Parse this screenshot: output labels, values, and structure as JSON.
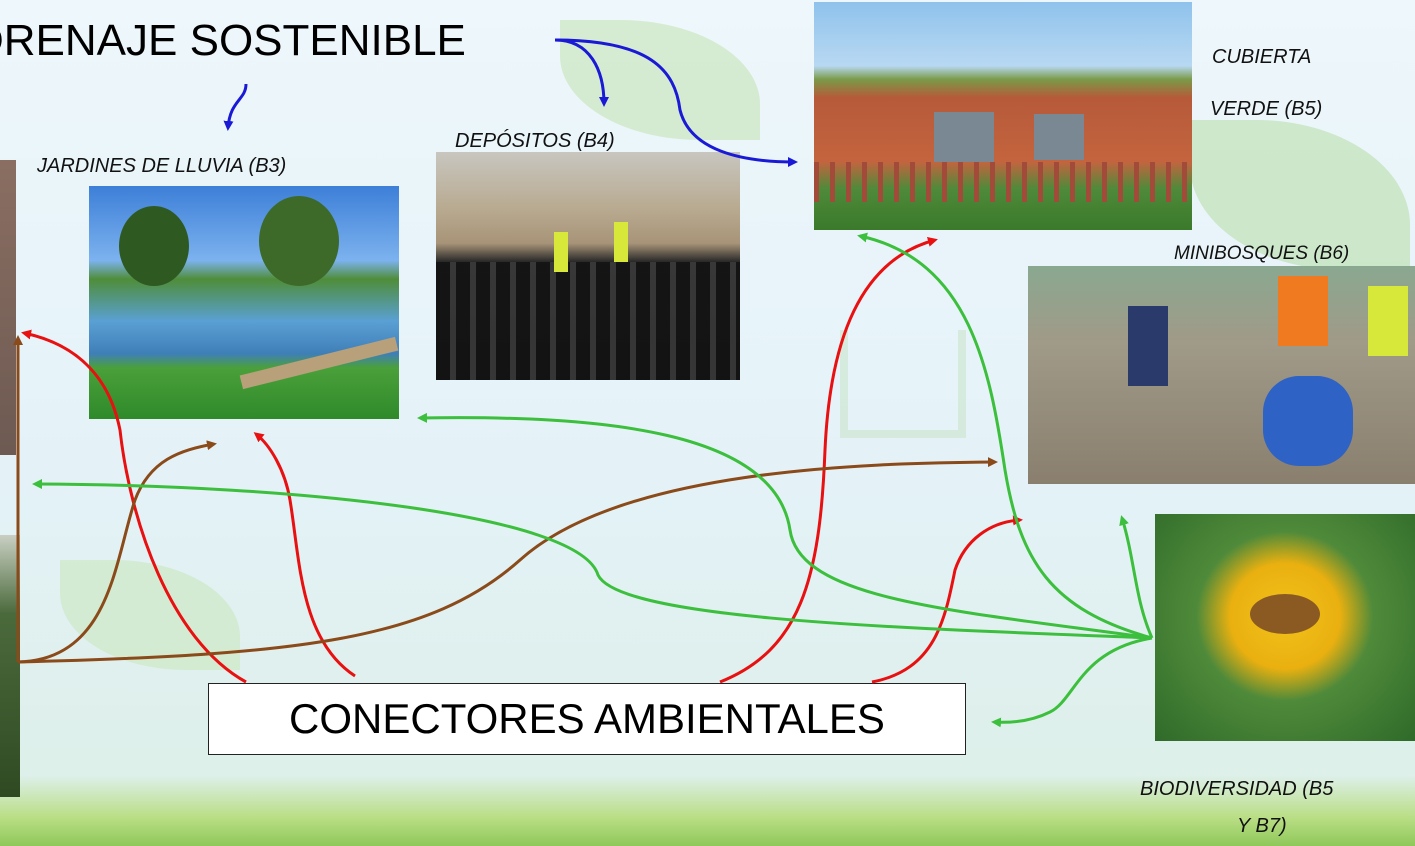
{
  "diagram": {
    "top_title": "DRENAJE SOSTENIBLE",
    "bottom_box": "CONECTORES AMBIENTALES",
    "labels": {
      "rain_gardens": "JARDINES DE LLUVIA (B3)",
      "tanks": "DEPÓSITOS (B4)",
      "green_roof_1": "CUBIERTA",
      "green_roof_2": "VERDE (B5)",
      "mini_forests": "MINIBOSQUES (B6)",
      "biodiversity_1": "BIODIVERSIDAD (B5",
      "biodiversity_2": "Y B7)"
    },
    "icons": {
      "rain_gardens": "pond-photo",
      "tanks": "excavation-photo",
      "green_roof": "building-photo",
      "mini_forests": "planting-photo",
      "biodiversity": "flower-bee-photo"
    },
    "colors": {
      "drainage": "#1a1ad6",
      "connectors_red": "#e81010",
      "connectors_green": "#3cbf3c",
      "connectors_brown": "#8b4a1a"
    }
  }
}
